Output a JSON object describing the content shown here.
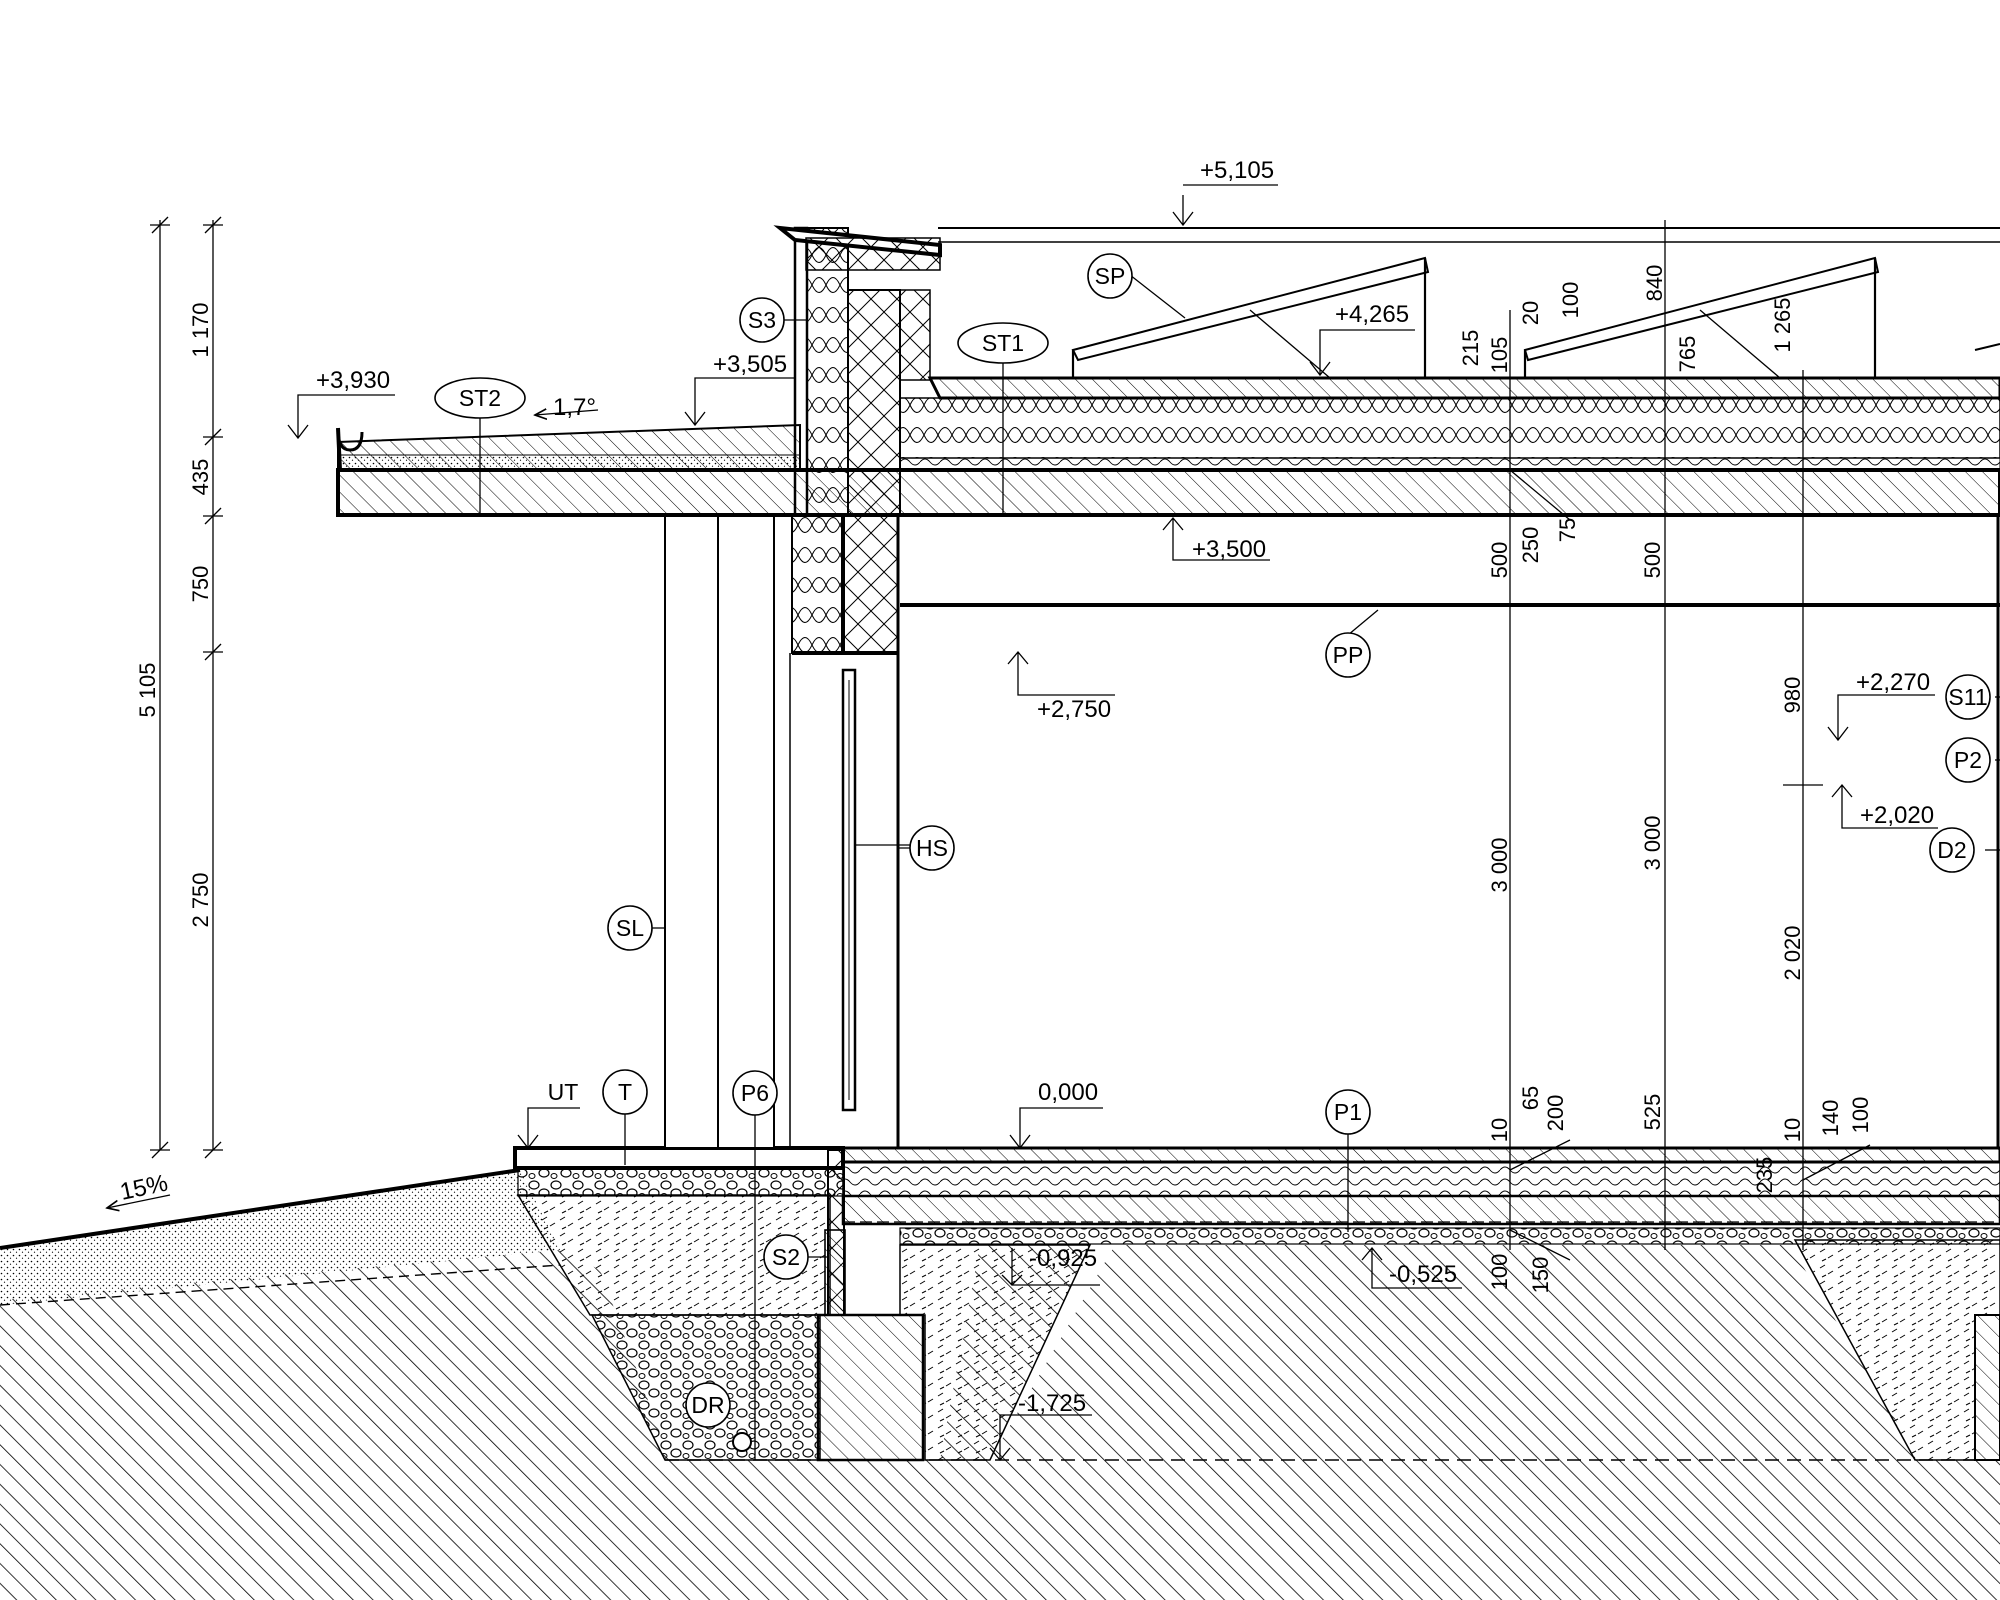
{
  "elevations": {
    "top": "+5,105",
    "roof_slab": "+4,265",
    "canopy_edge": "+3,930",
    "canopy_top": "+3,505",
    "ceiling": "+3,500",
    "window_head": "+2,750",
    "door_sill": "+2,270",
    "door_head": "+2,020",
    "floor": "0,000",
    "found_top": "-0,525",
    "found_mid": "-0,925",
    "found_bottom": "-1,725"
  },
  "slope_canopy": "1,7°",
  "slope_terrain": "15%",
  "left_dims": {
    "total": "5 105",
    "d1": "1 170",
    "d2": "435",
    "d3": "750",
    "d4": "2 750"
  },
  "dims": {
    "d215": "215",
    "d105": "105",
    "d20": "20",
    "d100a": "100",
    "d840": "840",
    "d765": "765",
    "d1265": "1 265",
    "d250": "250",
    "d75": "75",
    "d500a": "500",
    "d500b": "500",
    "d980": "980",
    "d3000a": "3 000",
    "d3000b": "3 000",
    "d2020": "2 020",
    "d10a": "10",
    "d65": "65",
    "d200": "200",
    "d525": "525",
    "d10b": "10",
    "d140": "140",
    "d100b": "100",
    "d235": "235",
    "d100c": "100",
    "d150": "150"
  },
  "labels": {
    "SP": "SP",
    "ST1": "ST1",
    "ST2": "ST2",
    "S3": "S3",
    "PP": "PP",
    "HS": "HS",
    "SL": "SL",
    "UT": "UT",
    "T": "T",
    "P6": "P6",
    "P1": "P1",
    "S2": "S2",
    "DR": "DR",
    "S11": "S11",
    "P2": "P2",
    "D2": "D2"
  }
}
